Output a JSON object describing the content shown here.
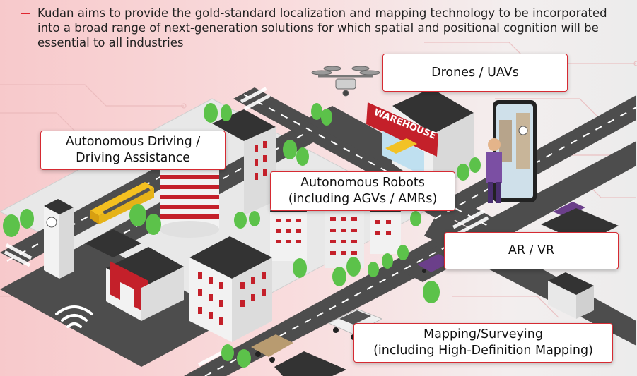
{
  "headline": {
    "text": "Kudan aims to provide the gold-standard localization and mapping technology to be incorporated into a broad range of next-generation solutions for which spatial and positional cognition will be essential to all industries"
  },
  "illustration": {
    "warehouse_sign": "WAREHOUSE"
  },
  "callouts": {
    "drones": "Drones / UAVs",
    "autonomous_driving": [
      "Autonomous Driving /",
      "Driving Assistance"
    ],
    "autonomous_robots": [
      "Autonomous Robots",
      "(including AGVs / AMRs)"
    ],
    "ar_vr": "AR / VR",
    "mapping": [
      "Mapping/Surveying",
      "(including High-Definition Mapping)"
    ]
  },
  "colors": {
    "accent_red": "#d62a32",
    "road": "#4d4d4d",
    "building_white": "#f2f2f2",
    "building_dark": "#333333",
    "tree_green": "#5cc24a"
  }
}
